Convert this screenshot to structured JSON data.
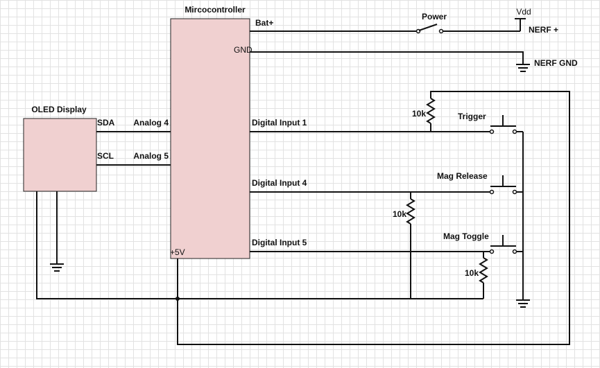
{
  "components": {
    "mcu": {
      "title": "Mircocontroller",
      "fill": "#f0d0d0"
    },
    "oled": {
      "title": "OLED Display",
      "fill": "#f0d0d0"
    }
  },
  "pins": {
    "bat_plus": "Bat+",
    "gnd": "GND",
    "din1": "Digital Input 1",
    "din4": "Digital Input 4",
    "din5": "Digital Input 5",
    "an4": "Analog 4",
    "an5": "Analog 5",
    "v5": "+5V",
    "sda": "SDA",
    "scl": "SCL"
  },
  "power": {
    "switch_label": "Power",
    "vdd_label": "Vdd",
    "nerf_plus": "NERF +",
    "nerf_gnd": "NERF GND"
  },
  "buttons": {
    "trigger": "Trigger",
    "mag_release": "Mag Release",
    "mag_toggle": "Mag Toggle"
  },
  "resistors": {
    "r1": "10k",
    "r2": "10k",
    "r3": "10k"
  }
}
